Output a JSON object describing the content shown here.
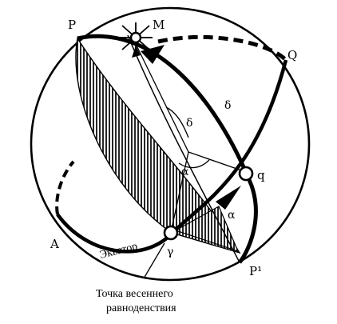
{
  "labels": {
    "P": "P",
    "M": "M",
    "Q": "Q",
    "A": "A",
    "q": "q",
    "P1": "P¹",
    "delta_upper": "δ",
    "delta_inner": "δ",
    "alpha_center": "α",
    "alpha_lower": "α",
    "gamma": "γ",
    "equator": "Экватор"
  },
  "caption": {
    "line1": "Точка весеннего",
    "line2": "равноденствия"
  }
}
